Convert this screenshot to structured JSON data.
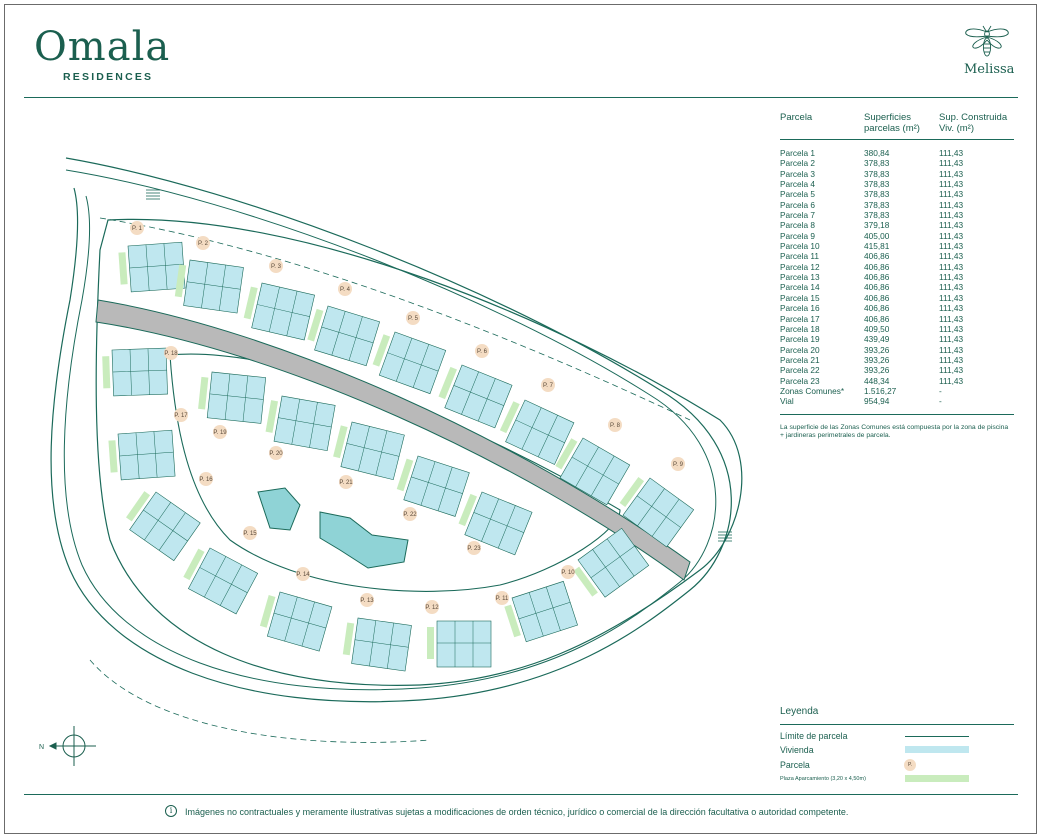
{
  "brand": {
    "name": "Omala",
    "subtitle": "RESIDENCES",
    "partner": "Melissa"
  },
  "table": {
    "headers": [
      "Parcela",
      "Superficies parcelas (m²)",
      "Sup. Construida Viv. (m²)"
    ],
    "header_lines": [
      [
        "Parcela"
      ],
      [
        "Superficies",
        "parcelas (m²)"
      ],
      [
        "Sup. Construida",
        "Viv. (m²)"
      ]
    ],
    "rows": [
      [
        "Parcela 1",
        "380,84",
        "111,43"
      ],
      [
        "Parcela 2",
        "378,83",
        "111,43"
      ],
      [
        "Parcela 3",
        "378,83",
        "111,43"
      ],
      [
        "Parcela 4",
        "378,83",
        "111,43"
      ],
      [
        "Parcela 5",
        "378,83",
        "111,43"
      ],
      [
        "Parcela 6",
        "378,83",
        "111,43"
      ],
      [
        "Parcela 7",
        "378,83",
        "111,43"
      ],
      [
        "Parcela 8",
        "379,18",
        "111,43"
      ],
      [
        "Parcela 9",
        "405,00",
        "111,43"
      ],
      [
        "Parcela 10",
        "415,81",
        "111,43"
      ],
      [
        "Parcela 11",
        "406,86",
        "111,43"
      ],
      [
        "Parcela 12",
        "406,86",
        "111,43"
      ],
      [
        "Parcela 13",
        "406,86",
        "111,43"
      ],
      [
        "Parcela 14",
        "406,86",
        "111,43"
      ],
      [
        "Parcela 15",
        "406,86",
        "111,43"
      ],
      [
        "Parcela 16",
        "406,86",
        "111,43"
      ],
      [
        "Parcela 17",
        "406,86",
        "111,43"
      ],
      [
        "Parcela 18",
        "409,50",
        "111,43"
      ],
      [
        "Parcela 19",
        "439,49",
        "111,43"
      ],
      [
        "Parcela 20",
        "393,26",
        "111,43"
      ],
      [
        "Parcela 21",
        "393,26",
        "111,43"
      ],
      [
        "Parcela 22",
        "393,26",
        "111,43"
      ],
      [
        "Parcela 23",
        "448,34",
        "111,43"
      ],
      [
        "Zonas Comunes*",
        "1.516,27",
        "-"
      ],
      [
        "Vial",
        "954,94",
        "-"
      ]
    ],
    "note": "La superficie de las Zonas Comunes está compuesta por la zona de piscina + jardineras perimetrales de parcela."
  },
  "plan": {
    "parcel_labels": [
      "P. 1",
      "P. 2",
      "P. 3",
      "P. 4",
      "P. 5",
      "P. 6",
      "P. 7",
      "P. 8",
      "P. 9",
      "P. 10",
      "P. 11",
      "P. 12",
      "P. 13",
      "P. 14",
      "P. 15",
      "P. 16",
      "P. 17",
      "P. 18",
      "P. 19",
      "P. 20",
      "P. 21",
      "P. 22",
      "P. 23"
    ],
    "compass_label": "N",
    "colors": {
      "line": "#1b6a5a",
      "house": "#bfe7ef",
      "parking": "#c9ecbd",
      "road": "#b9b9b9",
      "badge": "#f4dcc3",
      "pool": "#8fd3d6"
    }
  },
  "legend": {
    "title": "Leyenda",
    "items": [
      "Límite de parcela",
      "Vivienda",
      "Parcela",
      "Plaza Aparcamiento (3,20 x 4,50m)"
    ],
    "badge_text": "P."
  },
  "footer": {
    "disclaimer": "Imágenes no contractuales y meramente ilustrativas sujetas a modificaciones de orden técnico, jurídico o comercial de la dirección facultativa o autoridad competente.",
    "info_icon": "info-icon"
  }
}
